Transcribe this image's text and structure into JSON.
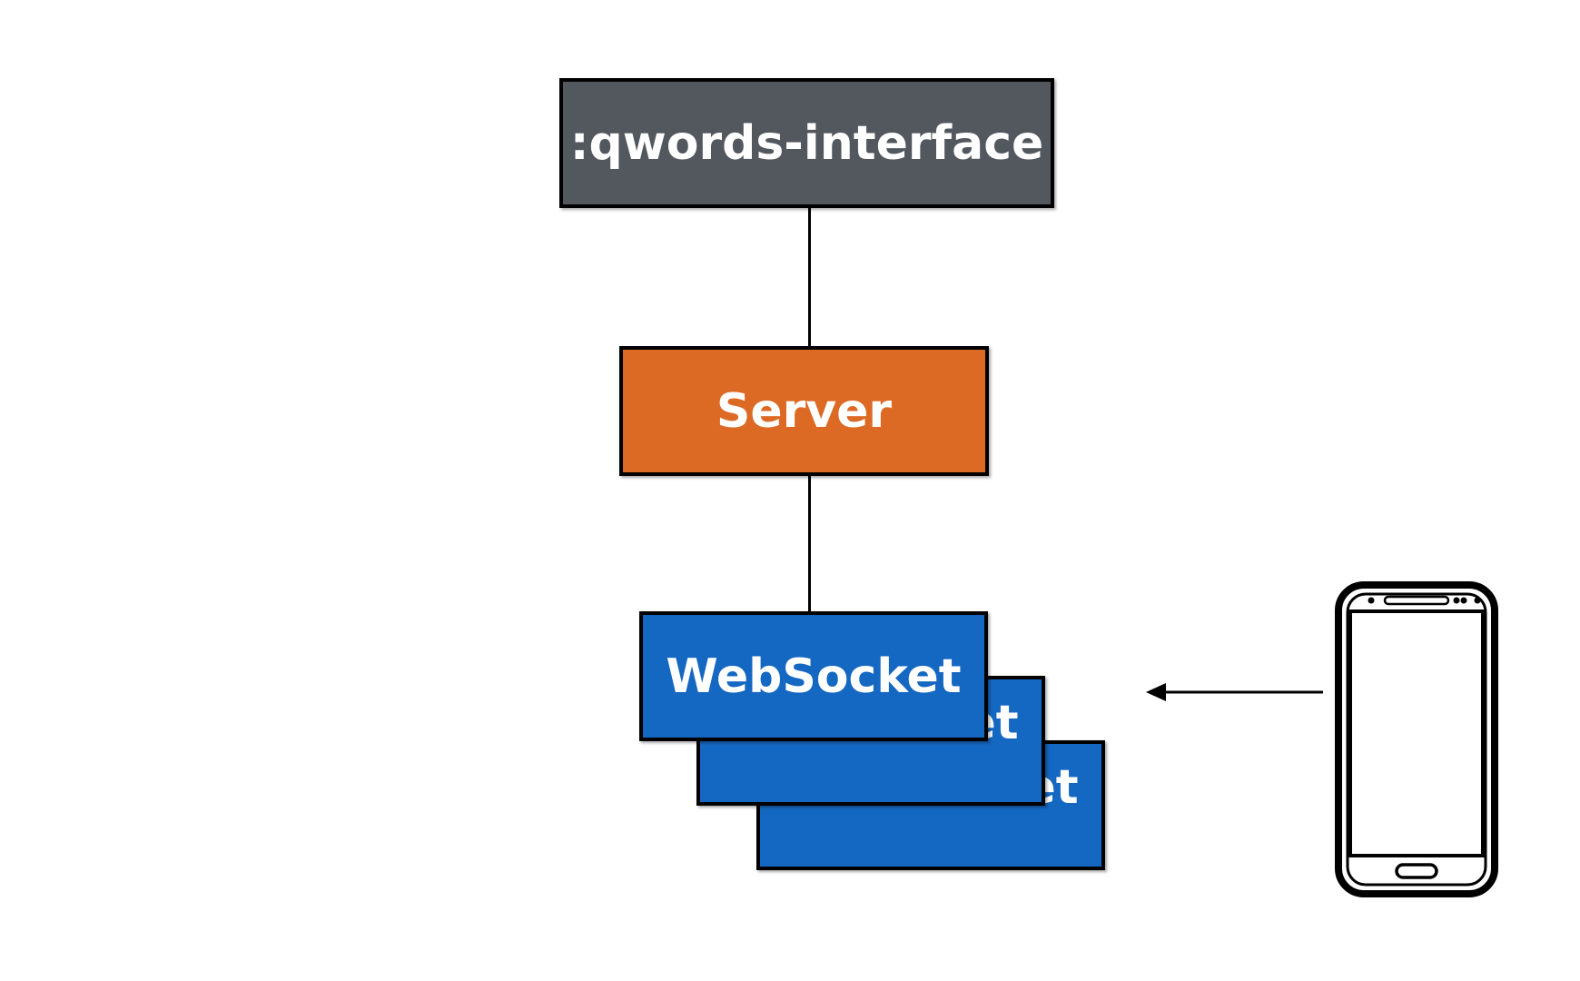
{
  "nodes": {
    "interface": {
      "label": ":qwords-interface",
      "color": "#53575e"
    },
    "server": {
      "label": "Server",
      "color": "#dc6a24"
    },
    "websockets": [
      {
        "label": "WebSocket",
        "color": "#1568c2"
      },
      {
        "label": "WebSocket",
        "color": "#1568c2"
      },
      {
        "label": "WebSocket",
        "color": "#1568c2"
      }
    ]
  },
  "icons": {
    "client": "smartphone-icon",
    "arrow": "arrow-left-icon"
  },
  "colors": {
    "line": "#000000",
    "background": "#ffffff"
  }
}
